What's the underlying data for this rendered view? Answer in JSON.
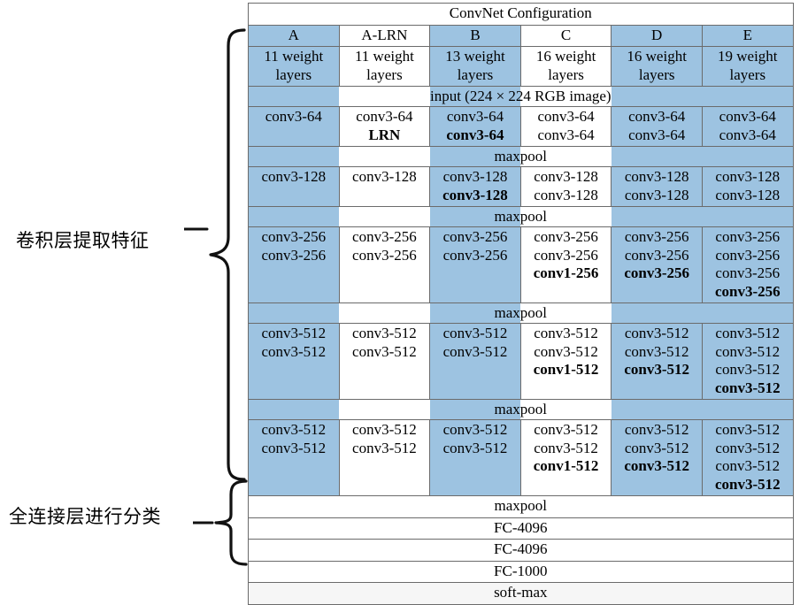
{
  "figure": {
    "title": "ConvNet Configuration",
    "annotations": [
      {
        "id": "conv-features",
        "text": "卷积层提取特征"
      },
      {
        "id": "fc-classify",
        "text": "全连接层进行分类"
      }
    ],
    "colors": {
      "column_highlight": "#9dc3e1",
      "highlight_text": "#10293f",
      "plain_text": "#000000",
      "border": "#6b6b6b",
      "softmax_background": "#f6f6f6"
    }
  },
  "table": {
    "title": "ConvNet Configuration",
    "columns": [
      {
        "name": "A",
        "weight_layers": "11 weight layers",
        "highlighted": true
      },
      {
        "name": "A-LRN",
        "weight_layers": "11 weight layers",
        "highlighted": false
      },
      {
        "name": "B",
        "weight_layers": "13 weight layers",
        "highlighted": true
      },
      {
        "name": "C",
        "weight_layers": "16 weight layers",
        "highlighted": false
      },
      {
        "name": "D",
        "weight_layers": "16 weight layers",
        "highlighted": true
      },
      {
        "name": "E",
        "weight_layers": "19 weight layers",
        "highlighted": true
      }
    ],
    "column_labels": [
      "A",
      "A-LRN",
      "B",
      "C",
      "D",
      "E"
    ],
    "weight_layer_labels": [
      "11 weight layers",
      "11 weight layers",
      "13 weight layers",
      "16 weight layers",
      "16 weight layers",
      "19 weight layers"
    ],
    "input_row": "input (224 × 224 RGB image)",
    "maxpool_label": "maxpool",
    "blocks": [
      {
        "id": "conv64",
        "cells": [
          [
            "conv3-64"
          ],
          [
            "conv3-64",
            "LRN"
          ],
          [
            "conv3-64",
            "conv3-64"
          ],
          [
            "conv3-64",
            "conv3-64"
          ],
          [
            "conv3-64",
            "conv3-64"
          ],
          [
            "conv3-64",
            "conv3-64"
          ]
        ],
        "bold": [
          [],
          [
            1
          ],
          [
            1
          ],
          [],
          [],
          []
        ]
      },
      {
        "id": "conv128",
        "cells": [
          [
            "conv3-128"
          ],
          [
            "conv3-128"
          ],
          [
            "conv3-128",
            "conv3-128"
          ],
          [
            "conv3-128",
            "conv3-128"
          ],
          [
            "conv3-128",
            "conv3-128"
          ],
          [
            "conv3-128",
            "conv3-128"
          ]
        ],
        "bold": [
          [],
          [],
          [
            1
          ],
          [],
          [],
          []
        ]
      },
      {
        "id": "conv256",
        "cells": [
          [
            "conv3-256",
            "conv3-256"
          ],
          [
            "conv3-256",
            "conv3-256"
          ],
          [
            "conv3-256",
            "conv3-256"
          ],
          [
            "conv3-256",
            "conv3-256",
            "conv1-256"
          ],
          [
            "conv3-256",
            "conv3-256",
            "conv3-256"
          ],
          [
            "conv3-256",
            "conv3-256",
            "conv3-256",
            "conv3-256"
          ]
        ],
        "bold": [
          [],
          [],
          [],
          [
            2
          ],
          [
            2
          ],
          [
            3
          ]
        ]
      },
      {
        "id": "conv512a",
        "cells": [
          [
            "conv3-512",
            "conv3-512"
          ],
          [
            "conv3-512",
            "conv3-512"
          ],
          [
            "conv3-512",
            "conv3-512"
          ],
          [
            "conv3-512",
            "conv3-512",
            "conv1-512"
          ],
          [
            "conv3-512",
            "conv3-512",
            "conv3-512"
          ],
          [
            "conv3-512",
            "conv3-512",
            "conv3-512",
            "conv3-512"
          ]
        ],
        "bold": [
          [],
          [],
          [],
          [
            2
          ],
          [
            2
          ],
          [
            3
          ]
        ]
      },
      {
        "id": "conv512b",
        "cells": [
          [
            "conv3-512",
            "conv3-512"
          ],
          [
            "conv3-512",
            "conv3-512"
          ],
          [
            "conv3-512",
            "conv3-512"
          ],
          [
            "conv3-512",
            "conv3-512",
            "conv1-512"
          ],
          [
            "conv3-512",
            "conv3-512",
            "conv3-512"
          ],
          [
            "conv3-512",
            "conv3-512",
            "conv3-512",
            "conv3-512"
          ]
        ],
        "bold": [
          [],
          [],
          [],
          [
            2
          ],
          [
            2
          ],
          [
            3
          ]
        ]
      }
    ],
    "footer_rows": [
      {
        "id": "maxpool-final",
        "label": "maxpool"
      },
      {
        "id": "fc-4096-1",
        "label": "FC-4096"
      },
      {
        "id": "fc-4096-2",
        "label": "FC-4096"
      },
      {
        "id": "fc-1000",
        "label": "FC-1000"
      },
      {
        "id": "soft-max",
        "label": "soft-max"
      }
    ]
  }
}
